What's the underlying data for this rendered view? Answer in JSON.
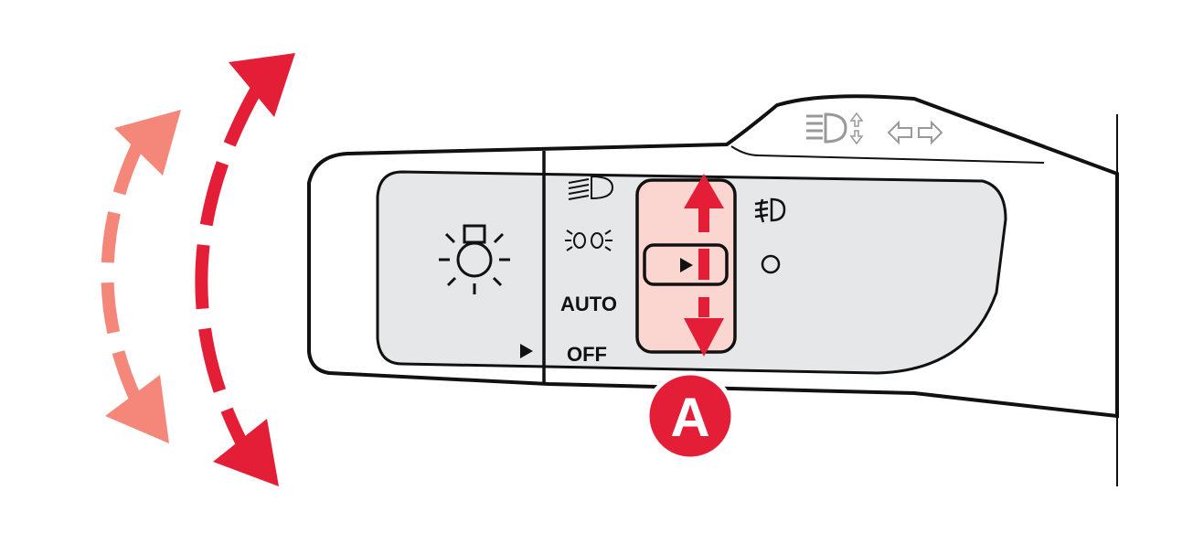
{
  "lever": {
    "positions": [
      {
        "name": "high-beam",
        "icon": "high-beam-icon"
      },
      {
        "name": "parking-lights",
        "icon": "parking-lights-icon"
      },
      {
        "name": "auto",
        "label": "AUTO"
      },
      {
        "name": "off",
        "label": "OFF"
      }
    ],
    "fog_switch": {
      "icons": [
        "front-fog-light-icon",
        "off-circle-icon"
      ]
    },
    "stalk_icons": [
      "high-beam-flash-icon",
      "turn-signal-left-icon",
      "turn-signal-right-icon"
    ]
  },
  "callout": {
    "label": "A"
  },
  "colors": {
    "accent_red": "#e31e36",
    "light_red": "#f4877a",
    "switch_fill": "#fbd5cf",
    "grip_gray": "#e6e7e8"
  }
}
